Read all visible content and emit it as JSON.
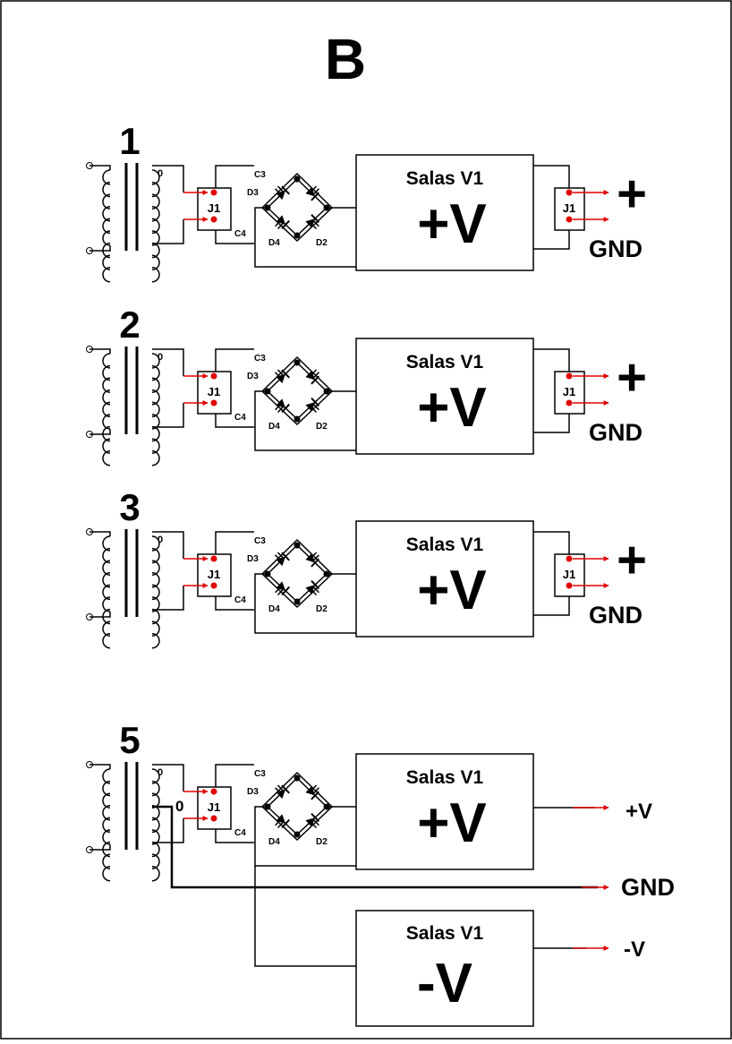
{
  "title": "B",
  "colors": {
    "line": "#000000",
    "arrow": "#e00000",
    "pin": "#e00000",
    "background": "#ffffff"
  },
  "component_labels": {
    "connector": "J1",
    "cap_top": "C3",
    "cap_bottom": "C4",
    "diode_top": "D3",
    "diode_bottom_left": "D4",
    "diode_bottom_right": "D2",
    "tap": "0"
  },
  "modules": [
    {
      "number": "1",
      "regulator": {
        "name": "Salas V1",
        "polarity": "+V"
      },
      "outputs": {
        "positive": "+",
        "ground": "GND"
      }
    },
    {
      "number": "2",
      "regulator": {
        "name": "Salas V1",
        "polarity": "+V"
      },
      "outputs": {
        "positive": "+",
        "ground": "GND"
      }
    },
    {
      "number": "3",
      "regulator": {
        "name": "Salas V1",
        "polarity": "+V"
      },
      "outputs": {
        "positive": "+",
        "ground": "GND"
      }
    }
  ],
  "dual_module": {
    "number": "5",
    "tap_label": "0",
    "regulator_positive": {
      "name": "Salas V1",
      "polarity": "+V"
    },
    "regulator_negative": {
      "name": "Salas V1",
      "polarity": "-V"
    },
    "outputs": {
      "positive": "+V",
      "ground": "GND",
      "negative": "-V"
    }
  }
}
